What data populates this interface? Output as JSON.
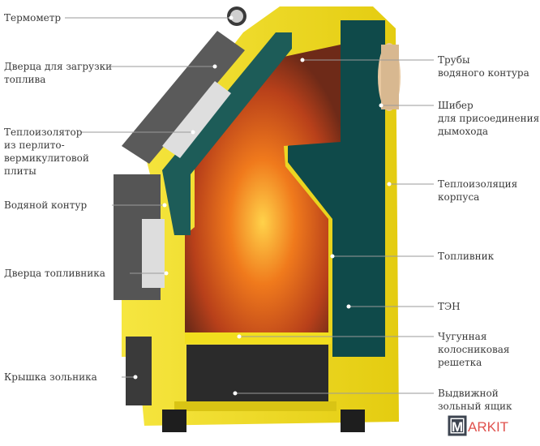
{
  "labels_left": [
    {
      "lines": [
        "Термометр"
      ]
    },
    {
      "lines": [
        "Дверца для загрузки",
        "топлива"
      ]
    },
    {
      "lines": [
        "Теплоизолятор",
        "из перлито-",
        "вермикулитовой",
        "плиты"
      ]
    },
    {
      "lines": [
        "Водяной контур"
      ]
    },
    {
      "lines": [
        "Дверца топливника"
      ]
    },
    {
      "lines": [
        "Крышка зольника"
      ]
    }
  ],
  "labels_right": [
    {
      "lines": [
        "Трубы",
        "водяного контура"
      ]
    },
    {
      "lines": [
        "Шибер",
        "для присоединения",
        "дымохода"
      ]
    },
    {
      "lines": [
        "Теплоизоляция",
        "корпуса"
      ]
    },
    {
      "lines": [
        "Топливник"
      ]
    },
    {
      "lines": [
        "ТЭН"
      ]
    },
    {
      "lines": [
        "Чугунная",
        "колосниковая",
        "решетка"
      ]
    },
    {
      "lines": [
        "Выдвижной",
        "зольный ящик"
      ]
    }
  ],
  "logo": {
    "first": "M",
    "rest": "ARKIT"
  },
  "colors": {
    "body": "#f1de1e",
    "jacket": "#0f4a4a",
    "fire": "#e0561a",
    "door": "#5a5a5a",
    "logo_accent": "#e0524e"
  }
}
